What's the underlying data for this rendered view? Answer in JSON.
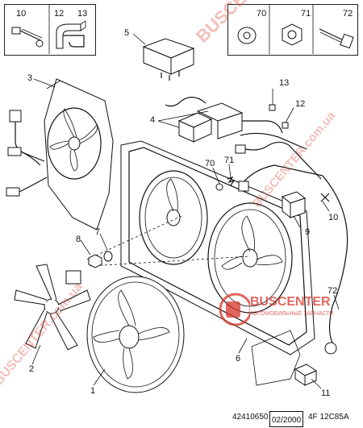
{
  "callouts": {
    "c1": "1",
    "c2": "2",
    "c3": "3",
    "c4": "4",
    "c5": "5",
    "c6": "6",
    "c7": "7",
    "c8": "8",
    "c9": "9",
    "c10": "10",
    "c11": "11",
    "c12": "12",
    "c13": "13",
    "c70": "70",
    "c71": "71",
    "c72": "72"
  },
  "top_left_box": {
    "n10": "10",
    "n12": "12",
    "n13": "13"
  },
  "top_right_box": {
    "n70": "70",
    "n71": "71",
    "n72": "72"
  },
  "footer": {
    "ref": "42410650",
    "date": "02/2000",
    "code": "4F 12C85A"
  },
  "watermark": {
    "top": "BUSCENTER",
    "side": "BUSCENTER.com.ua",
    "logo_name": "BUSCENTER",
    "logo_tagline": "АВТОМОБИЛЬНЫЕ ЗАПЧАСТИ"
  },
  "colors": {
    "line": "#111111",
    "watermark_red": "#e04a3a",
    "logo_red": "#d8342a"
  }
}
